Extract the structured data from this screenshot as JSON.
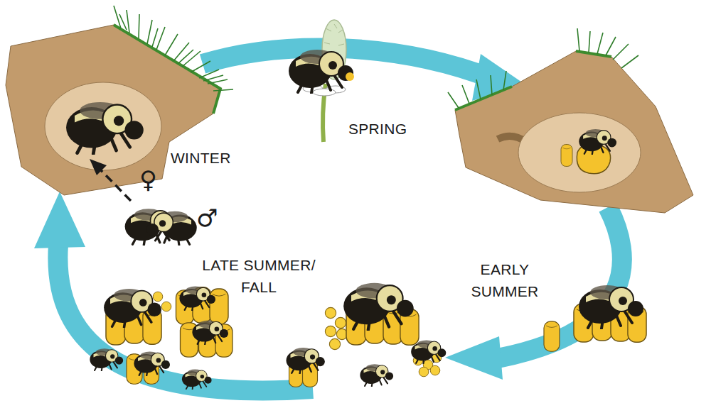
{
  "diagram": {
    "labels": [
      "WINTER",
      "SPRING",
      "LATE SUMMER/ FALL",
      "EARLY SUMMER",
      "♀",
      "♂"
    ]
  }
}
